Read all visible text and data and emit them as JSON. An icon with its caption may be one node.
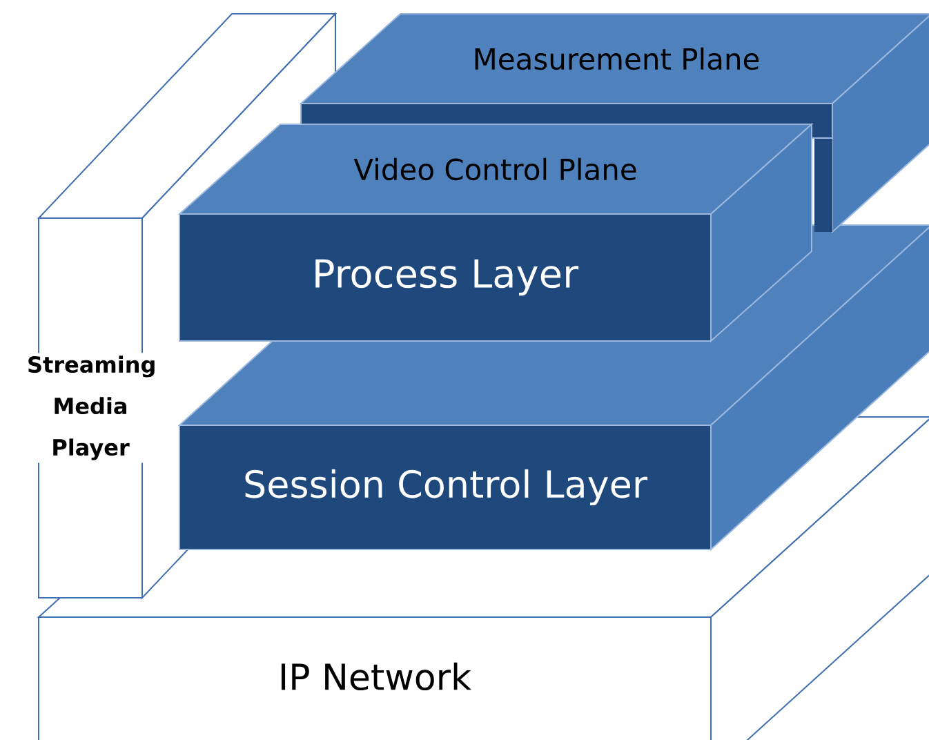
{
  "diagram": {
    "nodes": [
      {
        "text": [
          "Measurement Plane"
        ]
      },
      {
        "text": [
          "Video Control Plane",
          "Process Layer"
        ]
      },
      {
        "text": [
          "Streaming Media Player"
        ]
      },
      {
        "text": [
          "Session Control Layer"
        ]
      },
      {
        "text": [
          "IP Network"
        ]
      }
    ]
  }
}
